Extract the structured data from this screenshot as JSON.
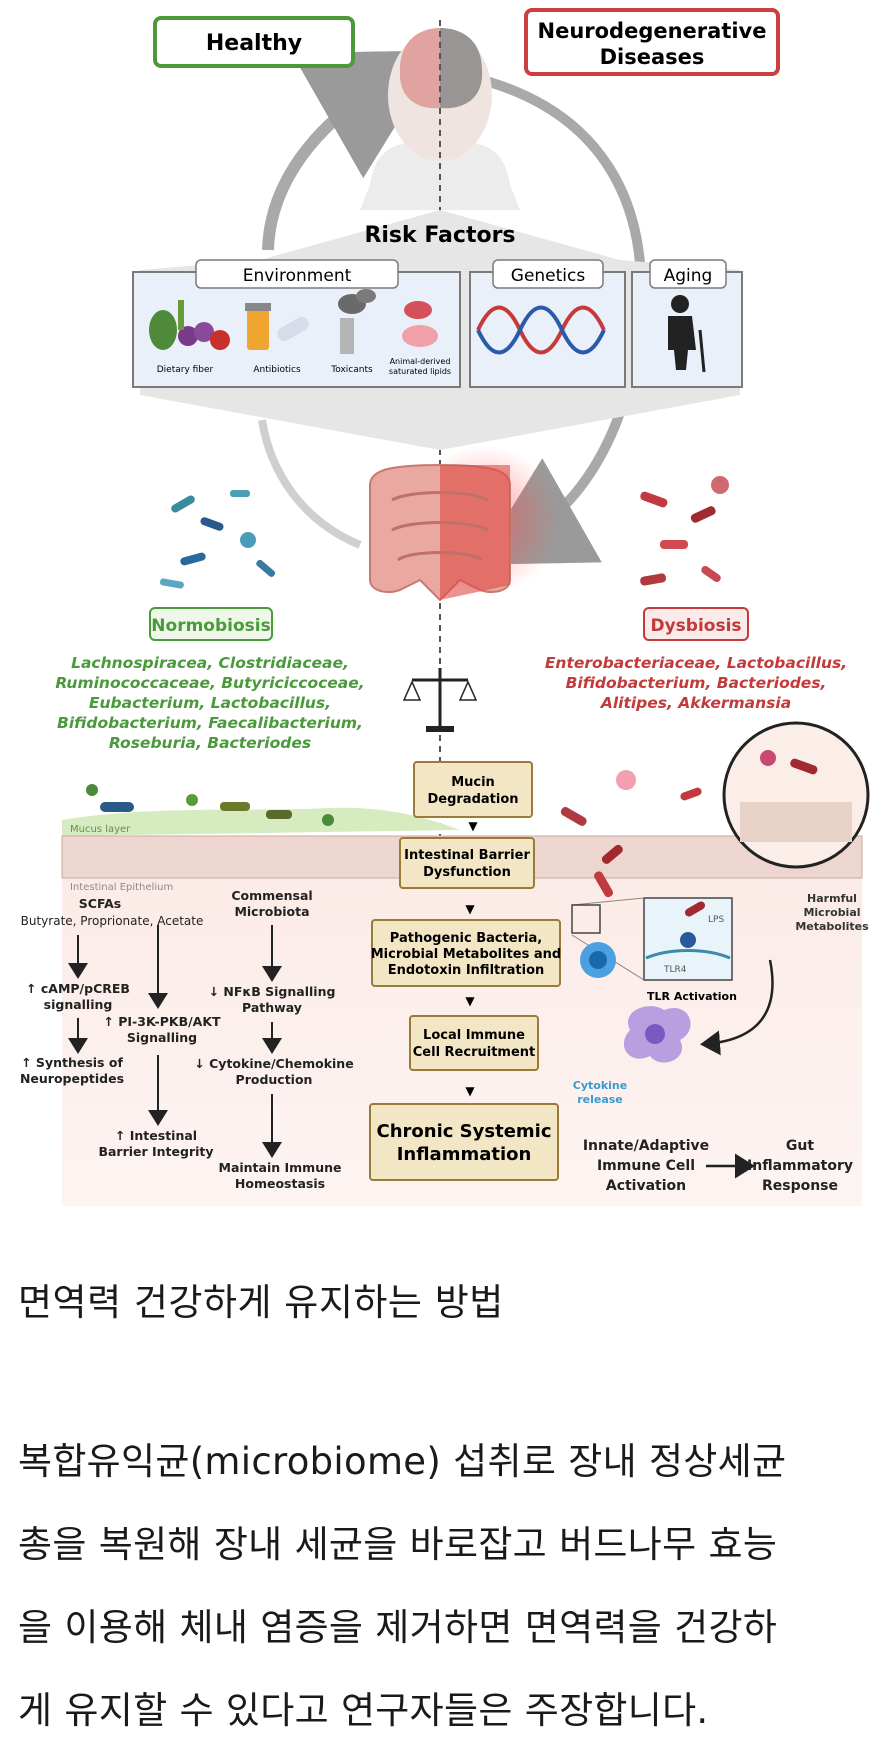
{
  "figure": {
    "healthy_label": "Healthy",
    "disease_label_line1": "Neurodegenerative",
    "disease_label_line2": "Diseases",
    "risk_title": "Risk Factors",
    "risk_groups": {
      "environment": "Environment",
      "genetics": "Genetics",
      "aging": "Aging"
    },
    "env_items": {
      "dietary_fiber": "Dietary fiber",
      "antibiotics": "Antibiotics",
      "toxicants": "Toxicants",
      "lipids_line1": "Animal-derived",
      "lipids_line2": "saturated lipids"
    },
    "normobiosis": "Normobiosis",
    "dysbiosis": "Dysbiosis",
    "normo_taxa": [
      "Lachnospiracea, Clostridiaceae,",
      "Ruminococcaceae, Butyriciccoceae,",
      "Eubacterium, Lactobacillus,",
      "Bifidobacterium, Faecalibacterium,",
      "Roseburia, Bacteriodes"
    ],
    "dysbio_taxa": [
      "Enterobacteriaceae, Lactobacillus,",
      "Bifidobacterium, Bacteriodes,",
      "Alitipes, Akkermansia"
    ],
    "mucus_layer": "Mucus layer",
    "intestinal_epithelium": "Intestinal Epithelium",
    "pathway_boxes": {
      "mucin_1": "Mucin",
      "mucin_2": "Degradation",
      "barrier_1": "Intestinal Barrier",
      "barrier_2": "Dysfunction",
      "patho_1": "Pathogenic Bacteria,",
      "patho_2": "Microbial Metabolites and",
      "patho_3": "Endotoxin Infiltration",
      "immune_1": "Local Immune",
      "immune_2": "Cell Recruitment",
      "chronic_1": "Chronic Systemic",
      "chronic_2": "Inflammation"
    },
    "left_pathway": {
      "scfas": "SCFAs",
      "scfas_list": "Butyrate, Proprionate, Acetate",
      "commensal_1": "Commensal",
      "commensal_2": "Microbiota",
      "camp_1": "↑ cAMP/pCREB",
      "camp_2": "signalling",
      "pi3k_1": "↑ PI-3K-PKB/AKT",
      "pi3k_2": "Signalling",
      "nfkb_1": "↓ NFκB Signalling",
      "nfkb_2": "Pathway",
      "synth_1": "↑ Synthesis of",
      "synth_2": "Neuropeptides",
      "cyto_1": "↓ Cytokine/Chemokine",
      "cyto_2": "Production",
      "barrier_int_1": "↑ Intestinal",
      "barrier_int_2": "Barrier Integrity",
      "maintain_1": "Maintain Immune",
      "maintain_2": "Homeostasis"
    },
    "right_pathway": {
      "lps": "LPS",
      "tlr4": "TLR4",
      "tlr_activation": "TLR Activation",
      "harmful_1": "Harmful",
      "harmful_2": "Microbial",
      "harmful_3": "Metabolites",
      "cytokine_1": "Cytokine",
      "cytokine_2": "release",
      "innate_1": "Innate/Adaptive",
      "innate_2": "Immune Cell",
      "innate_3": "Activation",
      "gut_1": "Gut",
      "gut_2": "Inflammatory",
      "gut_3": "Response"
    }
  },
  "caption": "면역력 건강하게 유지하는 방법",
  "body_lines": [
    "복합유익균(microbiome) 섭취로 장내 정상세균",
    "총을 복원해 장내 세균을 바로잡고 버드나무 효능",
    "을 이용해 체내 염증을 제거하면 면역력을 건강하",
    "게 유지할 수 있다고 연구자들은 주장합니다."
  ],
  "colors": {
    "healthy_green": "#4a9a3c",
    "disease_red": "#c9403f",
    "box_fill": "#f3e6c4",
    "box_stroke": "#9a7b38",
    "normo_text": "#4a9a3c",
    "dysbio_text": "#c33a3a"
  },
  "icons": [
    "brain-head-icon",
    "dna-icon",
    "elderly-person-icon",
    "intestine-icon",
    "balance-scale-icon",
    "bacteria-icon",
    "immune-cell-icon"
  ]
}
